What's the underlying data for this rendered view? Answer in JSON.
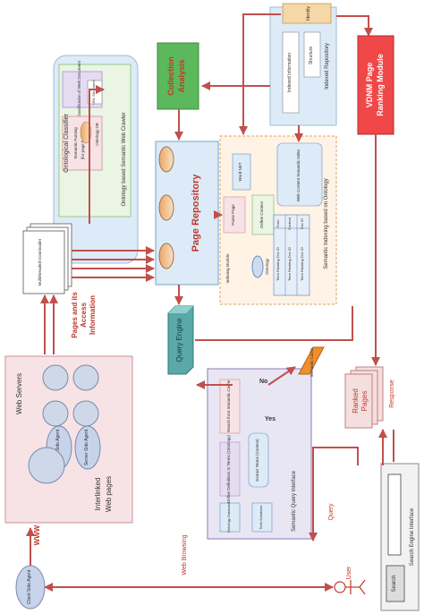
{
  "colors": {
    "arrow": "#c0504d",
    "title_red": "#c0392b",
    "box_blue": "#dcebf7",
    "box_green_bg": "#eaf5e4",
    "box_purple_bg": "#e9e6f4",
    "box_pink_bg": "#f7e3e6",
    "box_orange_bg": "#fff3e6",
    "teal": "#5aa8a8",
    "orange_fill": "#f0902a"
  },
  "labels": {
    "collection_analysis_1": "Collection",
    "collection_analysis_2": "Analysis",
    "identity": "Identity",
    "indexed_information": "Indexed Information",
    "indexed_repository": "Indexed Repository",
    "structure": "Structure",
    "vdnm_1": "VDNM Page",
    "vdnm_2": "Ranking Module",
    "ontological_classifier": "Ontological Classifier",
    "classification_of_web_doc": "Classification of Web Document",
    "semantic_parsing": "Semantic Parsing",
    "parsing_heading": "(for page heading)",
    "unstructured": "URL Structured",
    "ontology_db": "Ontology DB",
    "ontology_crawler": "Ontology based Semantic Web Crawler",
    "multithreaded_downloader": "Multithreaded Downloader",
    "page_repository": "Page Repository",
    "word_net": "Word NET",
    "web_content": "Web Content Semantic Index",
    "semantic_indexing": "Semantic Indexing based on Ontology",
    "parse_page": "Parse Page",
    "define_context": "Define Context",
    "ontology": "Ontology",
    "indexing_module": "Indexing Module",
    "table_header": [
      "Term",
      "Context",
      "Doc ID"
    ],
    "table_rows": [
      "Term  Ranking Doc ID",
      "Term  Ranking Doc ID",
      "Term  Ranking Doc ID"
    ],
    "query_engine": "Query Engine",
    "web_servers": "Web Servers",
    "server_side_agent": "Server Side Agent",
    "interlinked_web_pages_1": "Interlinked",
    "interlinked_web_pages_2": "Web pages",
    "pages_access_1": "Pages and its",
    "pages_access_2": "Access",
    "pages_access_3": "Information",
    "www": "WWW",
    "client_side_agent": "Client Side Agent",
    "web_browsing": "Web Browsing",
    "no": "No",
    "yes": "Yes",
    "semantic_cache": "Semantic Cache",
    "ranked_pages_1": "Ranked",
    "ranked_pages_2": "Pages",
    "response": "Response",
    "query": "Query",
    "semantic_query_interface": "Semantic Query Interface",
    "ontology_database": "Ontology Database",
    "term_database": "Term Database",
    "define_definitions": "Define Definitions to Terms (Ontology)",
    "extract_terms": "Extract Terms (Context)",
    "searches_from_cache": "Search from Semantic Cache",
    "user": "User",
    "search": "Search",
    "search_engine_interface": "Search Engine Interface"
  }
}
